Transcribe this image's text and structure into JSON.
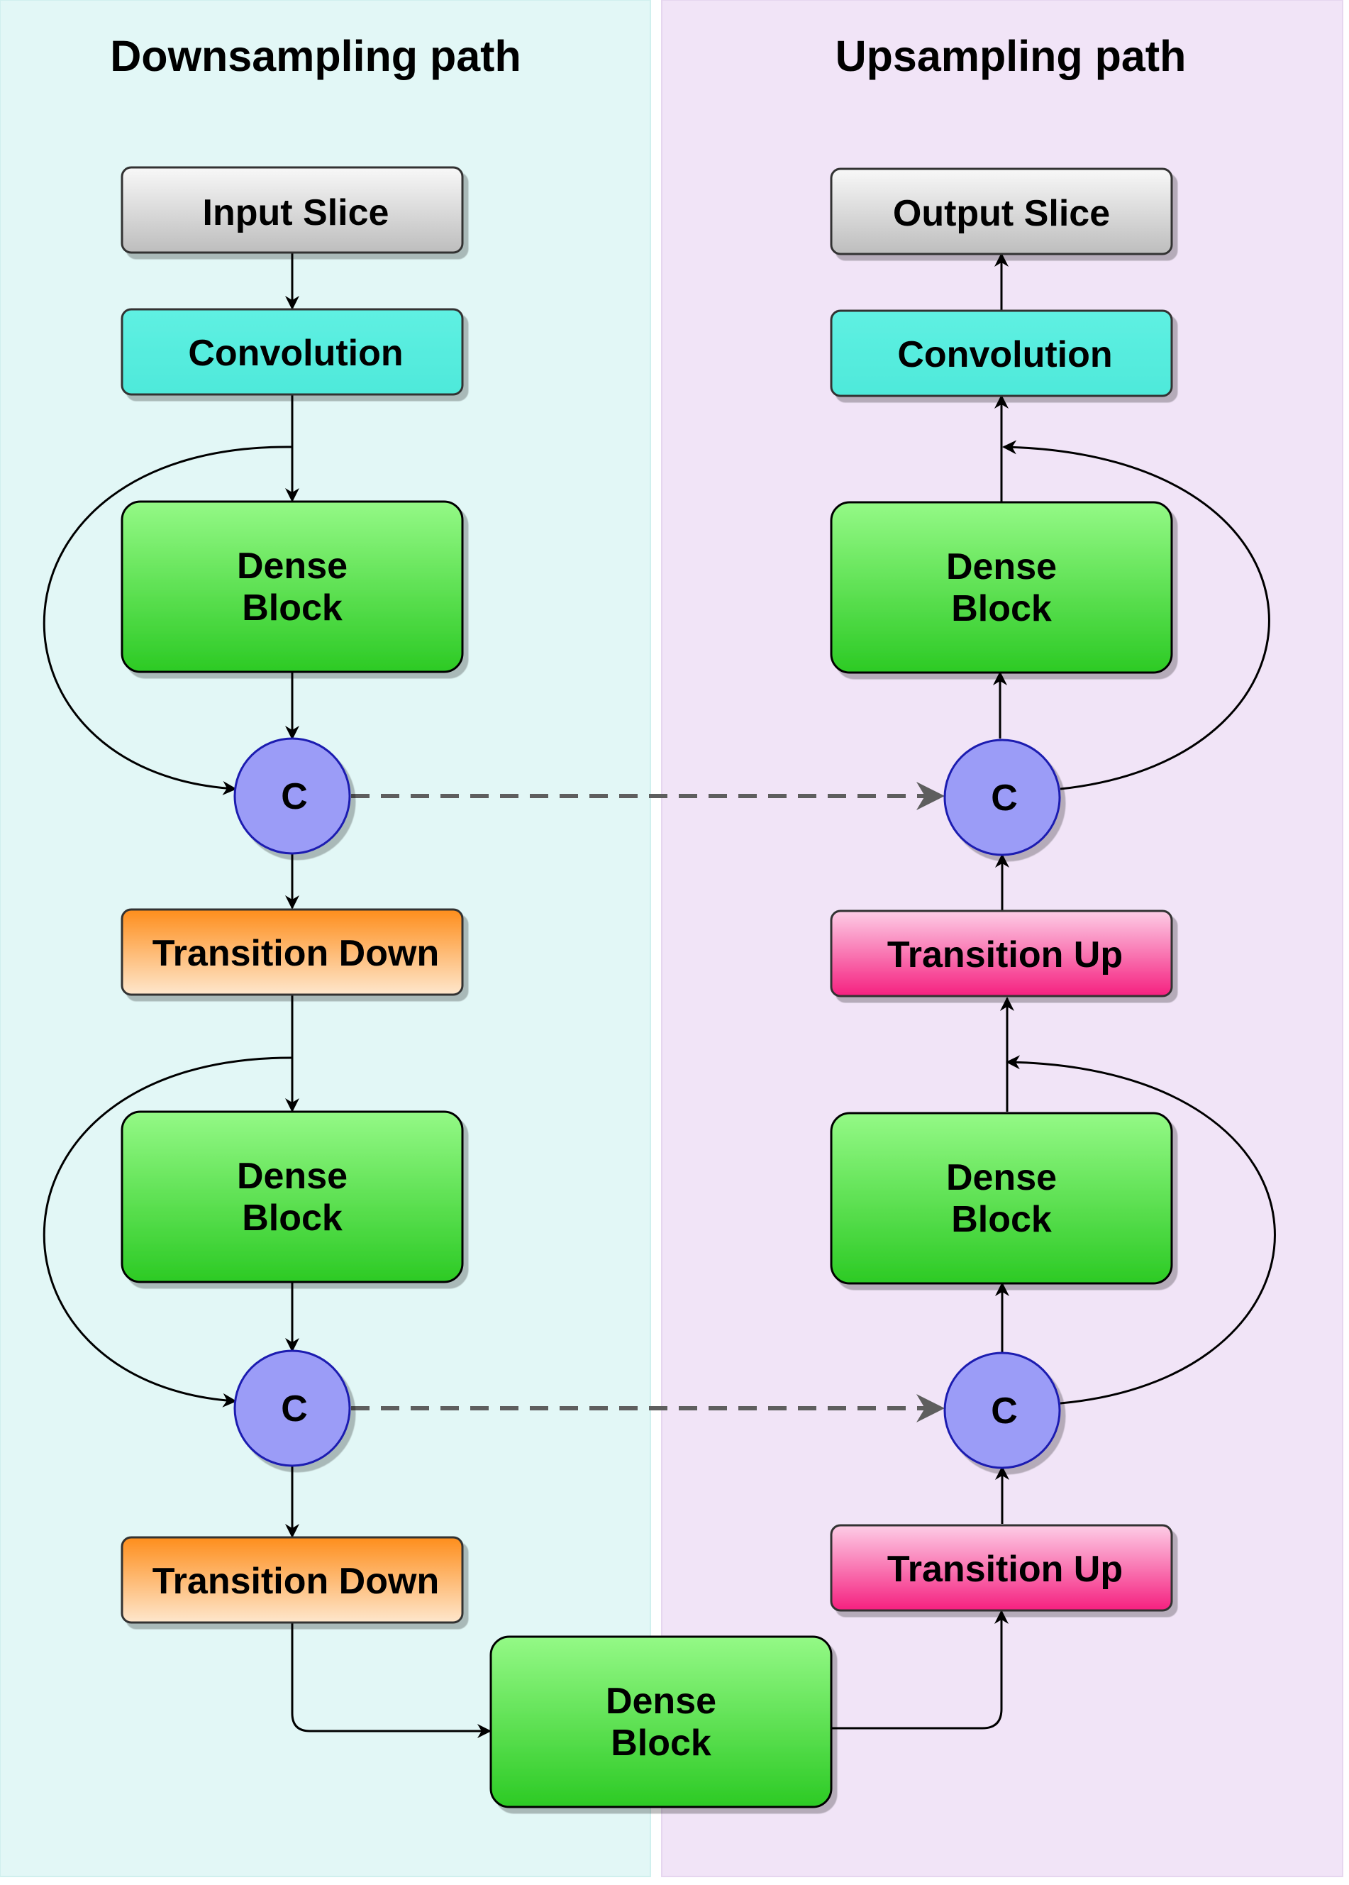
{
  "panels": {
    "down": {
      "title": "Downsampling path"
    },
    "up": {
      "title": "Upsampling path"
    }
  },
  "nodes": {
    "input_slice": "Input Slice",
    "output_slice": "Output Slice",
    "convolution_down": "Convolution",
    "convolution_up": "Convolution",
    "dense_block_line1": "Dense",
    "dense_block_line2": "Block",
    "concat": "C",
    "transition_down": "Transition Down",
    "transition_up": "Transition Up"
  },
  "colors": {
    "down_panel_bg": "#e2f7f6",
    "up_panel_bg": "#f1e4f7",
    "slice_fill": "#d9d9d9",
    "conv_fill": "#59eedf",
    "dense_fill": "#44d93f",
    "concat_fill": "#9b9cf7",
    "concat_stroke": "#1a1ab0",
    "transition_down_fill": "#fe9a33",
    "transition_up_fill": "#f72f95",
    "skip_arrow": "#5e5e5e"
  }
}
